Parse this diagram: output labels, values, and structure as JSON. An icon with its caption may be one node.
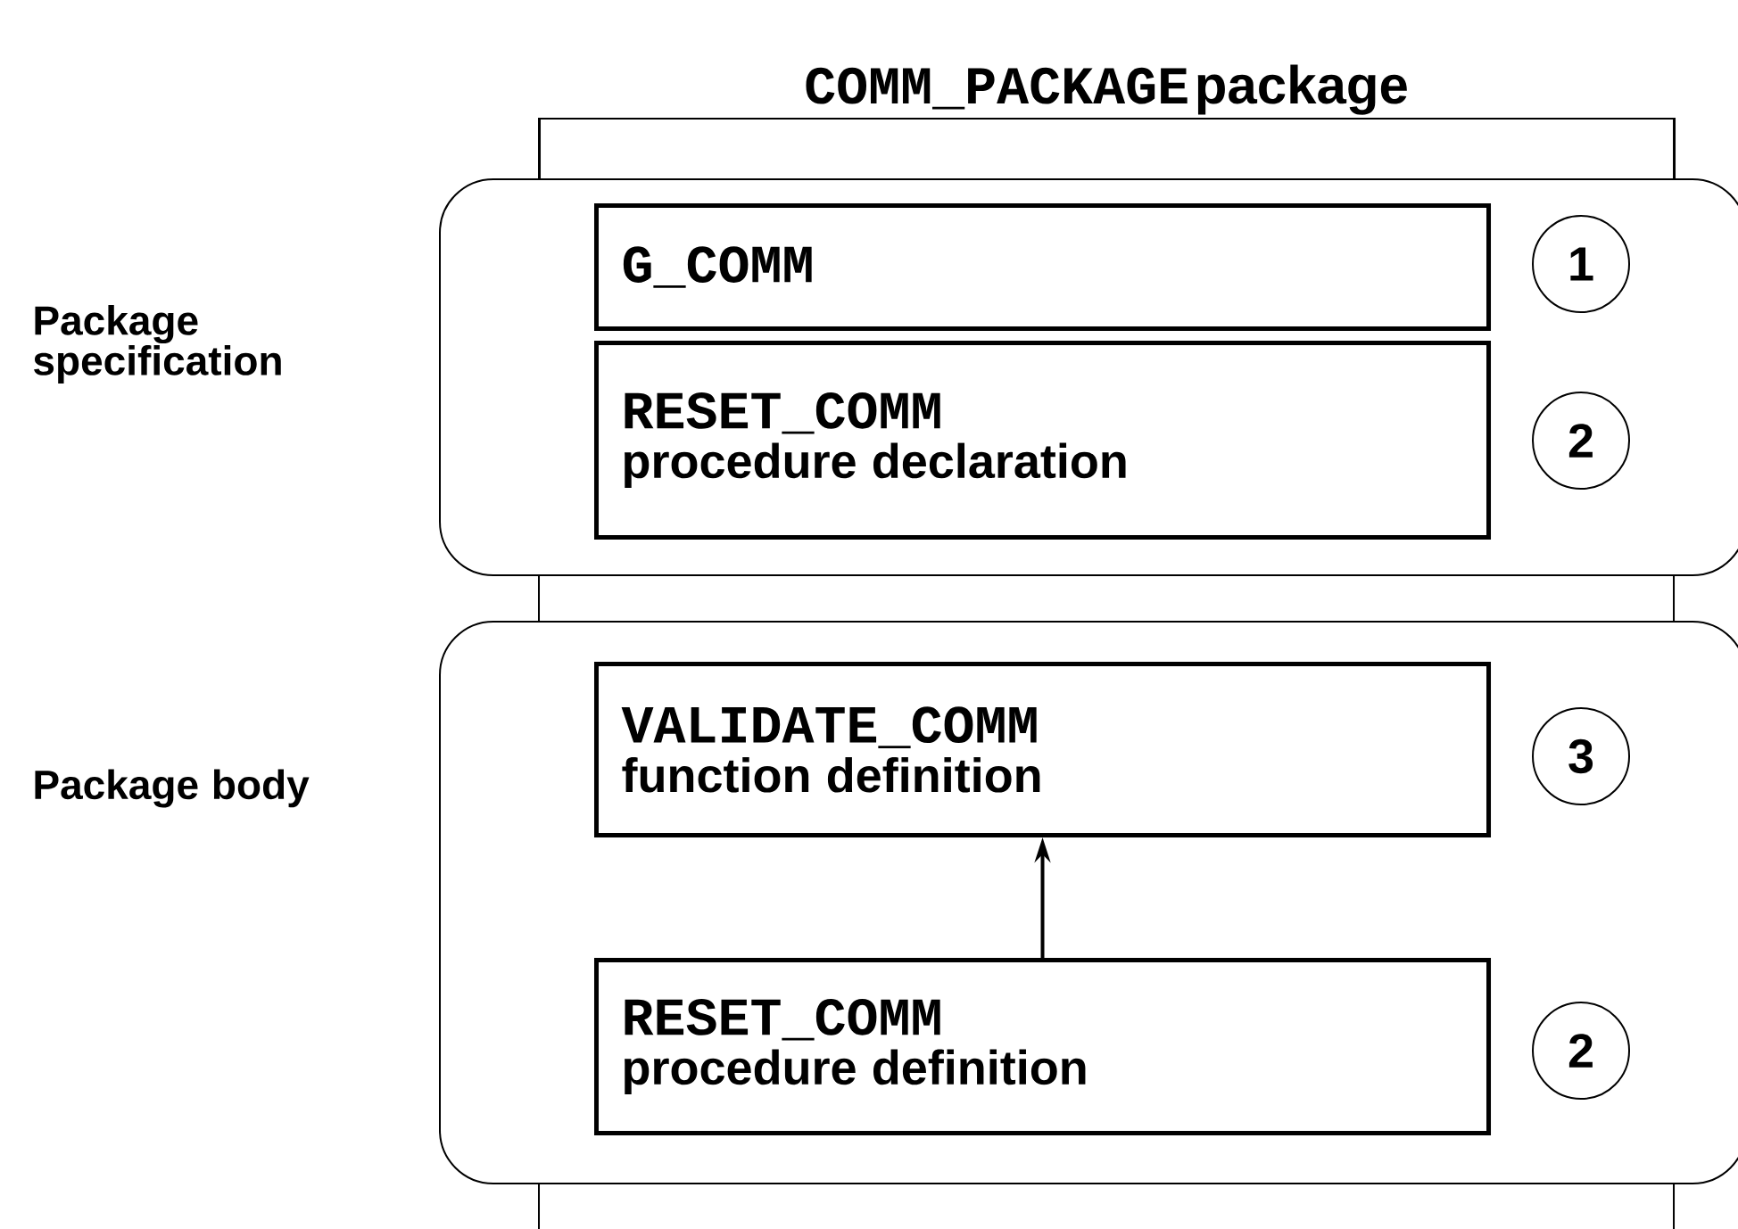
{
  "diagram": {
    "nodes": [
      {
        "text": [
          "COMM_PACKAGE",
          "package"
        ]
      },
      {
        "text": [],
        "shape": "box",
        "beside": [
          "Package specification"
        ]
      },
      {
        "text": [
          "G_COMM"
        ],
        "in": 1
      },
      {
        "text": [
          "1"
        ],
        "in": 1
      },
      {
        "text": [
          "RESET_COMM",
          "procedure declaration"
        ],
        "in": 1
      },
      {
        "text": [
          "2"
        ],
        "in": 1
      },
      {
        "text": [],
        "shape": "box",
        "beside": [
          "Package body"
        ]
      },
      {
        "text": [
          "VALIDATE_COMM",
          "function definition"
        ],
        "in": 6
      },
      {
        "text": [
          "3"
        ],
        "in": 6
      },
      {
        "text": [
          "RESET_COMM",
          "procedure definition"
        ],
        "in": 6
      },
      {
        "text": [
          "2"
        ],
        "in": 6
      }
    ],
    "edges": [
      {
        "from": 9,
        "to": 7,
        "arrow": "to"
      }
    ]
  }
}
